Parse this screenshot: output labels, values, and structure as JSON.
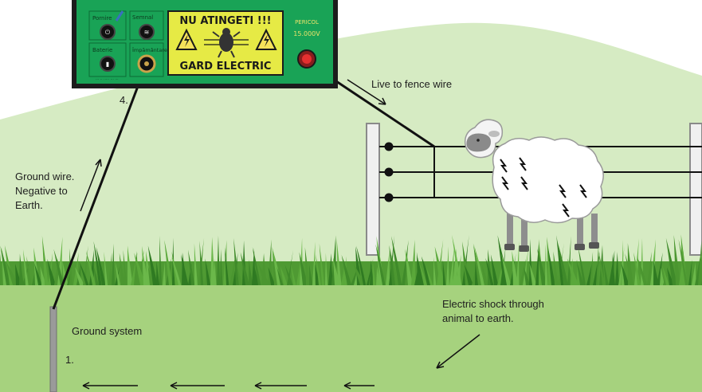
{
  "device": {
    "buttons": [
      "Pornire",
      "Baterie",
      "Semnal",
      "Împământare"
    ],
    "warning_title": "NU ATINGETI !!!",
    "brand": "GARD ELECTRIC",
    "spec_top": "PERICOL",
    "spec_voltage": "15.000V",
    "footer_text": "··· ·· ····· ··· ···"
  },
  "labels": {
    "step_4": "4.",
    "step_1": "1.",
    "live": "Live to fence wire",
    "ground_wire": [
      "Ground wire.",
      "Negative to",
      "Earth."
    ],
    "ground_system": "Ground system",
    "shock": [
      "Electric shock through",
      "animal to earth."
    ]
  },
  "colors": {
    "sky_green": "#d6ebc3",
    "soil_green": "#a6d27e",
    "device_green": "#19a356",
    "display_yellow": "#e6ea45",
    "grass_dark": "#3f8a2a",
    "wire": "#111111"
  }
}
